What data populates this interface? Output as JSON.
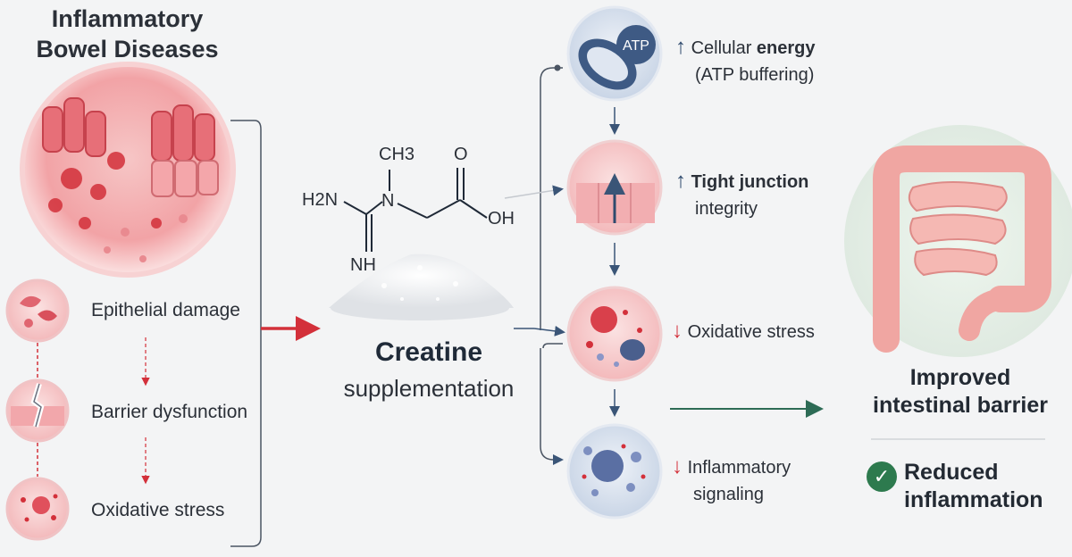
{
  "left": {
    "title_line1": "Inflammatory",
    "title_line2": "Bowel Diseases",
    "items": [
      {
        "label": "Epithelial damage"
      },
      {
        "label": "Barrier dysfunction"
      },
      {
        "label": "Oxidative stress"
      }
    ]
  },
  "center": {
    "formula": {
      "ch3": "CH3",
      "h2n": "H2N",
      "n": "N",
      "nh": "NH",
      "o": "O",
      "oh": "OH"
    },
    "title": "Creatine",
    "subtitle": "supplementation"
  },
  "effects": [
    {
      "arrow": "↑",
      "line1_pre": "Cellular ",
      "line1_bold": "energy",
      "line2": "(ATP buffering)",
      "icon_text": "ATP"
    },
    {
      "arrow": "↑",
      "line1_pre": "",
      "line1_bold": "Tight junction",
      "line2": "integrity"
    },
    {
      "arrow": "↓",
      "line1_pre": "Oxidative stress",
      "line1_bold": "",
      "line2": ""
    },
    {
      "arrow": "↓",
      "line1_pre": "Inflammatory",
      "line1_bold": "",
      "line2": "signaling"
    }
  ],
  "outcome": {
    "line1": "Improved",
    "line2": "intestinal barrier",
    "check": "✓",
    "result1": "Reduced",
    "result2": "inflammation"
  },
  "colors": {
    "accent_red": "#d3303a",
    "accent_navy": "#2f4a6d",
    "accent_green": "#2d7a4e"
  }
}
